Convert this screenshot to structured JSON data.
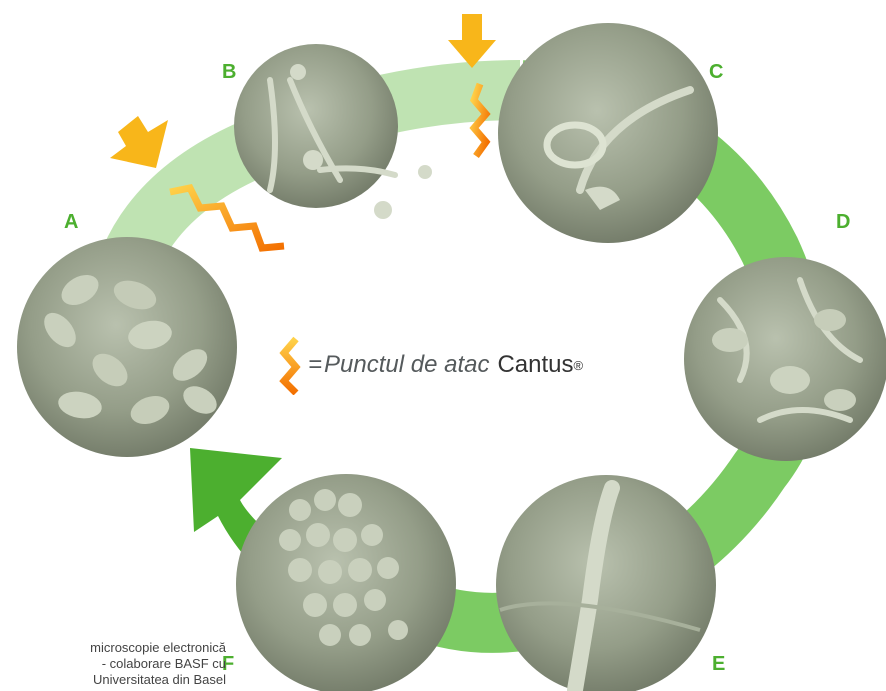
{
  "nodes": [
    {
      "label": "A"
    },
    {
      "label": "B"
    },
    {
      "label": "C"
    },
    {
      "label": "D"
    },
    {
      "label": "E"
    },
    {
      "label": "F"
    }
  ],
  "legend": {
    "equals": "=",
    "text": "Punctul de atac",
    "product": "Cantus",
    "registered": "®"
  },
  "credit": {
    "line1": "microscopie electronică",
    "line2": "- colaborare BASF cu",
    "line3": "Universitatea din Basel"
  },
  "colors": {
    "ring_light": "#bfe3b2",
    "ring_green": "#7ccb63",
    "arrow_dark": "#4caf2f",
    "label_green": "#4caf2f",
    "attack_arrow": "#f8b61a",
    "zigzag_outer": "#f39200",
    "zigzag_inner": "#ffd24a",
    "micrograph": "#9aa48f"
  }
}
